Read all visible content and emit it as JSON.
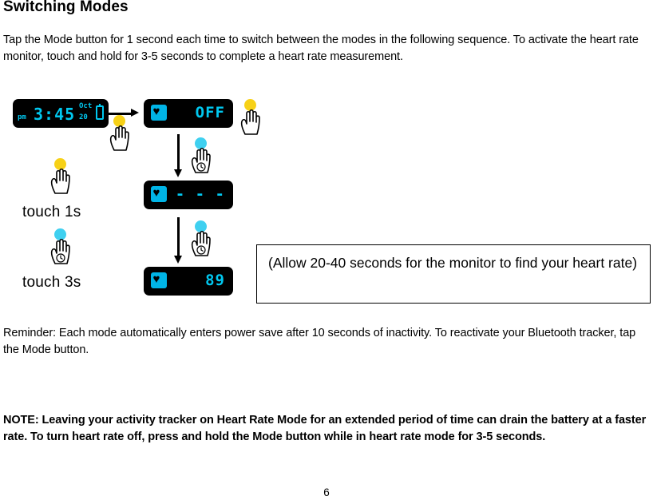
{
  "document": {
    "title": "Switching Modes",
    "intro": "Tap the Mode button for 1 second each time to switch between the modes in the following sequence.  To activate the heart rate monitor, touch and hold for 3-5 seconds to complete a heart rate measurement.",
    "reminder": "Reminder:  Each mode automatically enters power save after 10 seconds of inactivity.  To reactivate your Bluetooth tracker, tap the Mode button.",
    "note": "NOTE: Leaving your activity tracker on Heart Rate Mode for an extended period of time can drain the battery at a faster rate.  To turn heart rate off, press and hold the Mode button while in heart rate mode for 3-5 seconds.",
    "page_number": "6"
  },
  "diagram": {
    "watch_time": {
      "meridiem": "pm",
      "time": "3:45",
      "month": "Oct",
      "day": "20",
      "battery": "battery-icon"
    },
    "watch_off": {
      "icon": "heart-icon",
      "value": "OFF"
    },
    "watch_measuring": {
      "icon": "heart-icon",
      "value": "- - -"
    },
    "watch_result": {
      "icon": "heart-icon",
      "value": "89"
    },
    "labels": {
      "touch_1s": "touch 1s",
      "touch_3s": "touch 3s"
    },
    "callout": "(Allow 20-40 seconds for the monitor to find your heart rate)",
    "colors": {
      "lcd": "#00c8f0",
      "tap_short": "#f7d117",
      "tap_long": "#3fd0f0",
      "screen_bg": "#000000"
    }
  }
}
